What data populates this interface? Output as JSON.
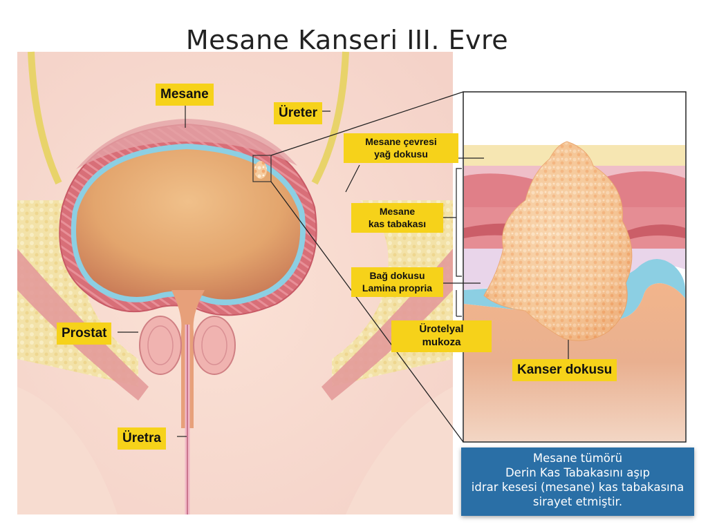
{
  "title": "Mesane Kanseri III. Evre",
  "labels": {
    "mesane": "Mesane",
    "ureter": "Üreter",
    "prostat": "Prostat",
    "uretra": "Üretra",
    "cevresi_line1": "Mesane çevresi",
    "cevresi_line2": "yağ dokusu",
    "kas_line1": "Mesane",
    "kas_line2": "kas tabakası",
    "bag_line1": "Bağ dokusu",
    "bag_line2": "Lamina propria",
    "uro_line1": "Ürotelyal",
    "uro_line2": "mukoza",
    "kanser": "Kanser dokusu"
  },
  "info": {
    "line1": "Mesane tümörü",
    "line2": "Derin Kas Tabakasını aşıp",
    "line3": "idrar kesesi (mesane) kas tabakasına",
    "line4": "sirayet etmiştir."
  },
  "colors": {
    "label_bg": "#f6d21a",
    "info_bg": "#2a6fa6",
    "tumor": "#f7c9a0",
    "fat": "#f3e2a8",
    "muscle": "#d9727a",
    "mucosa": "#8ccfe3"
  }
}
